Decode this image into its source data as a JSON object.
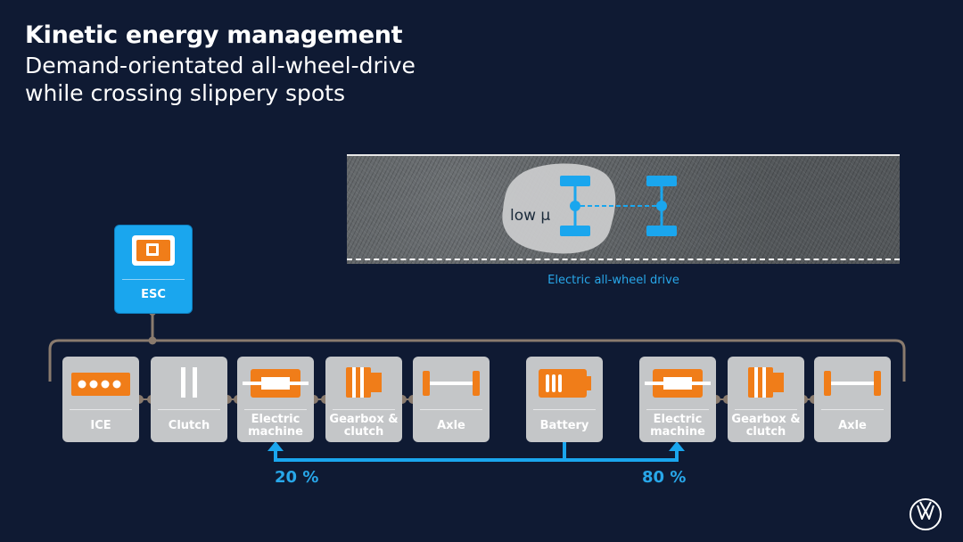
{
  "header": {
    "title": "Kinetic energy management",
    "subtitle_line1": "Demand-orientated all-wheel-drive",
    "subtitle_line2": "while crossing slippery spots"
  },
  "road": {
    "low_mu_label": "low μ",
    "caption": "Electric all-wheel drive"
  },
  "esc": {
    "label": "ESC"
  },
  "drivetrain": {
    "components": [
      {
        "label": "ICE",
        "icon": "engine-icon"
      },
      {
        "label": "Clutch",
        "icon": "clutch-icon"
      },
      {
        "label": "Electric machine",
        "icon": "electric-machine-icon"
      },
      {
        "label": "Gearbox & clutch",
        "icon": "gearbox-icon"
      },
      {
        "label": "Axle",
        "icon": "axle-icon"
      },
      {
        "label": "Battery",
        "icon": "battery-icon"
      },
      {
        "label": "Electric machine",
        "icon": "electric-machine-icon"
      },
      {
        "label": "Gearbox & clutch",
        "icon": "gearbox-icon"
      },
      {
        "label": "Axle",
        "icon": "axle-icon"
      }
    ]
  },
  "distribution": {
    "front": "20 %",
    "rear": "80 %"
  },
  "colors": {
    "background": "#0f1a33",
    "accent_blue": "#28a7e9",
    "icon_orange": "#f07d19",
    "box_grey": "#c4c6c8",
    "connector_brown": "#8a7b6e"
  }
}
